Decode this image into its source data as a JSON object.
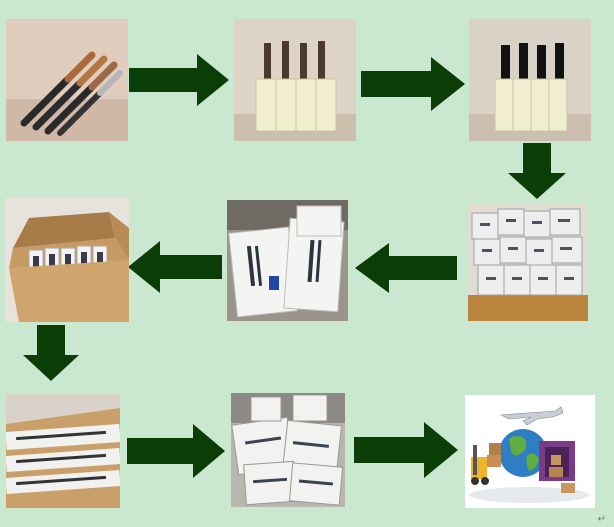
{
  "diagram": {
    "background_color": "#c9e8cf",
    "arrow_color": "#0b3d06",
    "steps": [
      {
        "subject": "carbide-drill-bits-photo"
      },
      {
        "subject": "drill-bits-in-plastic-holders-photo"
      },
      {
        "subject": "coated-bits-in-holders-photo"
      },
      {
        "subject": "packed-tool-boxes-on-pallet-photo"
      },
      {
        "subject": "wrapped-tool-boxes-photo"
      },
      {
        "subject": "open-shipping-carton-photo"
      },
      {
        "subject": "sealed-parcel-photo"
      },
      {
        "subject": "taped-parcels-photo"
      },
      {
        "subject": "global-logistics-illustration"
      }
    ],
    "corner_mark": "↵"
  }
}
